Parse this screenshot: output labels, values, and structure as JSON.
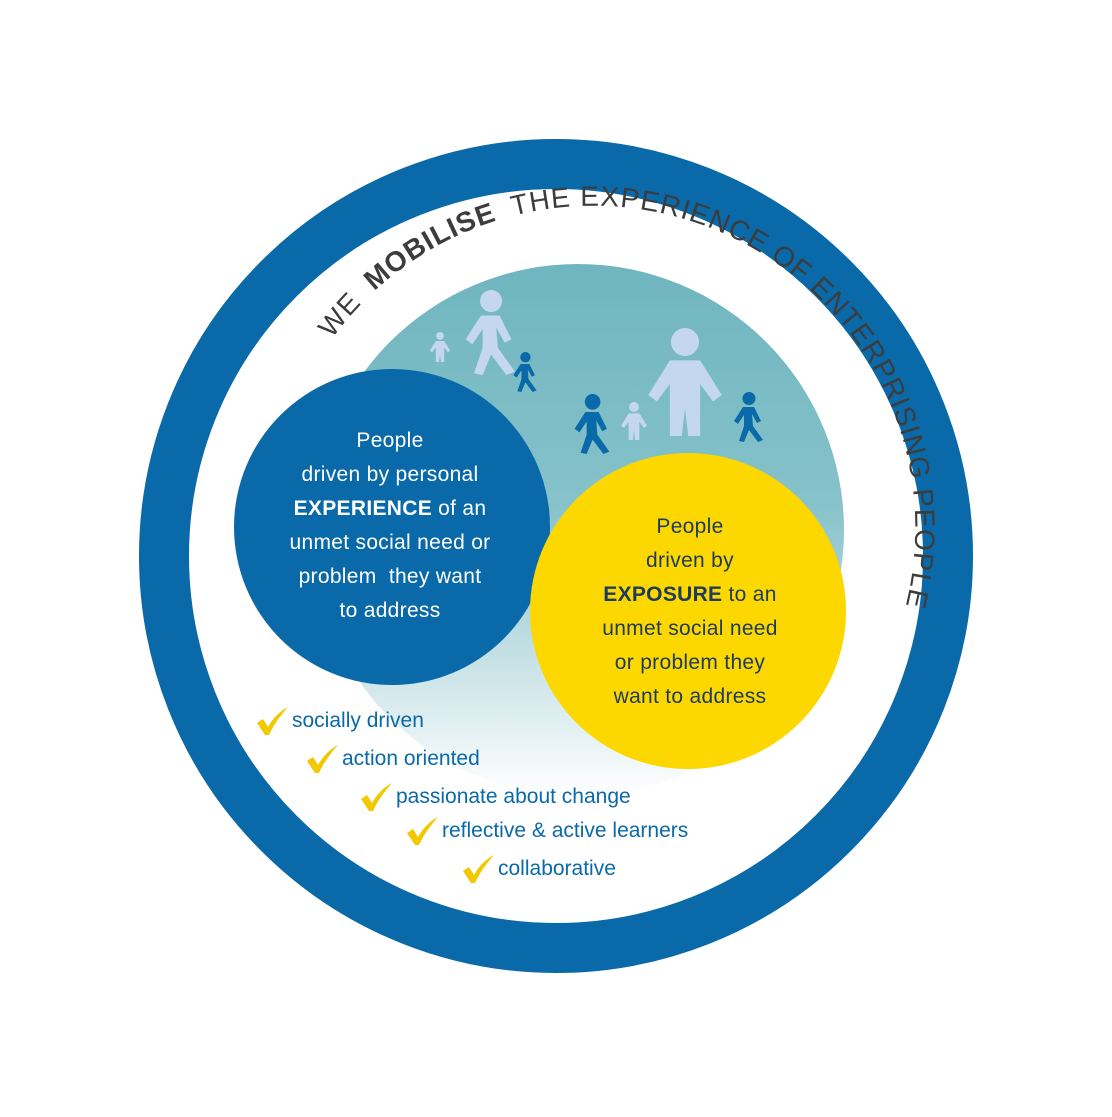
{
  "arc_heading": {
    "we": "WE",
    "mobilise": "MOBILISE",
    "rest": "THE EXPERIENCE OF ENTERPRISING PEOPLE"
  },
  "experience_circle": {
    "line1": "People",
    "line2": "driven by personal",
    "emphasis": "EXPERIENCE",
    "line3_rest": "of an",
    "line4": "unmet social need or",
    "line5": "problem  they want",
    "line6": "to address"
  },
  "exposure_circle": {
    "line1": "People",
    "line2": "driven by",
    "emphasis": "EXPOSURE",
    "line3_rest": "to an",
    "line4": "unmet social need",
    "line5": "or problem they",
    "line6": "want to address"
  },
  "traits": [
    {
      "label": "socially driven"
    },
    {
      "label": "action oriented"
    },
    {
      "label": "passionate about change"
    },
    {
      "label": "reflective & active learners"
    },
    {
      "label": "collaborative"
    }
  ],
  "colors": {
    "ring": "#0a69a8",
    "experience_circle": "#0a69a8",
    "exposure_circle": "#fcd800",
    "teal_background": "#70b7c1",
    "figure_light": "#c4d7ee",
    "figure_dark": "#0a69a8",
    "check": "#f2c800",
    "arc_text": "#3c3c3c",
    "trait_text": "#0a69a8"
  },
  "icons": [
    "person-icon",
    "check-icon"
  ]
}
